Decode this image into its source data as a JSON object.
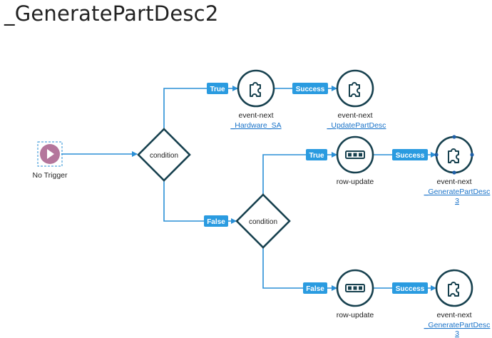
{
  "page": {
    "title": "_GeneratePartDesc2"
  },
  "trigger": {
    "label": "No Trigger"
  },
  "conditions": {
    "c1": {
      "label": "condition"
    },
    "c2": {
      "label": "condition"
    }
  },
  "edges": {
    "true1": "True",
    "success1": "Success",
    "false1": "False",
    "true2": "True",
    "success2": "Success",
    "false2": "False",
    "success3": "Success"
  },
  "nodes": {
    "n1": {
      "label": "event-next",
      "link": "_Hardware_SA"
    },
    "n2": {
      "label": "event-next",
      "link": "_UpdatePartDesc"
    },
    "n3": {
      "label": "row-update"
    },
    "n4": {
      "label": "event-next",
      "link_line1": "_GeneratePartDesc",
      "link_line2": "3"
    },
    "n5": {
      "label": "row-update"
    },
    "n6": {
      "label": "event-next",
      "link_line1": "_GeneratePartDesc",
      "link_line2": "3"
    }
  },
  "colors": {
    "line": "#2a8fd6",
    "node": "#17414f",
    "trigger": "#b4769c",
    "badge": "#2a9be0"
  }
}
